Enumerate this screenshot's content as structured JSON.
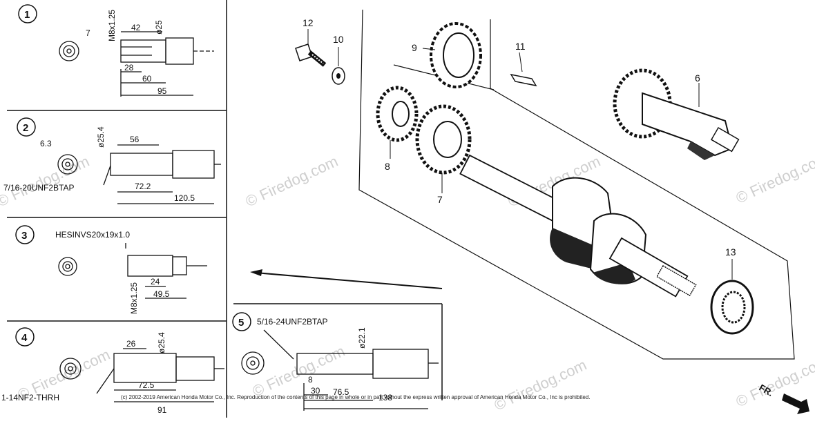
{
  "watermark": "© Firedog.com",
  "copyright": "(c) 2002-2019 American Honda Motor Co., Inc. Reproduction of the contents of this page in whole or in part without the express written approval of American Honda Motor Co., Inc is prohibited.",
  "direction_label": "FR.",
  "variants": [
    {
      "num": "1",
      "labels": [
        "7",
        "M8x1.25",
        "42",
        "ø25",
        "28",
        "60",
        "95"
      ]
    },
    {
      "num": "2",
      "labels": [
        "6.3",
        "ø25.4",
        "56",
        "7/16-20UNF2BTAP",
        "72.2",
        "120.5"
      ]
    },
    {
      "num": "3",
      "labels": [
        "HESINVS20x19x1.0",
        "24",
        "49.5",
        "M8x1.25"
      ]
    },
    {
      "num": "4",
      "labels": [
        "26",
        "ø25.4",
        "72.5",
        "1-14NF2-THRH",
        "91"
      ]
    },
    {
      "num": "5",
      "labels": [
        "5/16-24UNF2BTAP",
        "ø22.1",
        "8",
        "30",
        "76.5",
        "138"
      ]
    }
  ],
  "callouts": [
    "12",
    "10",
    "9",
    "11",
    "6",
    "8",
    "7",
    "13"
  ]
}
